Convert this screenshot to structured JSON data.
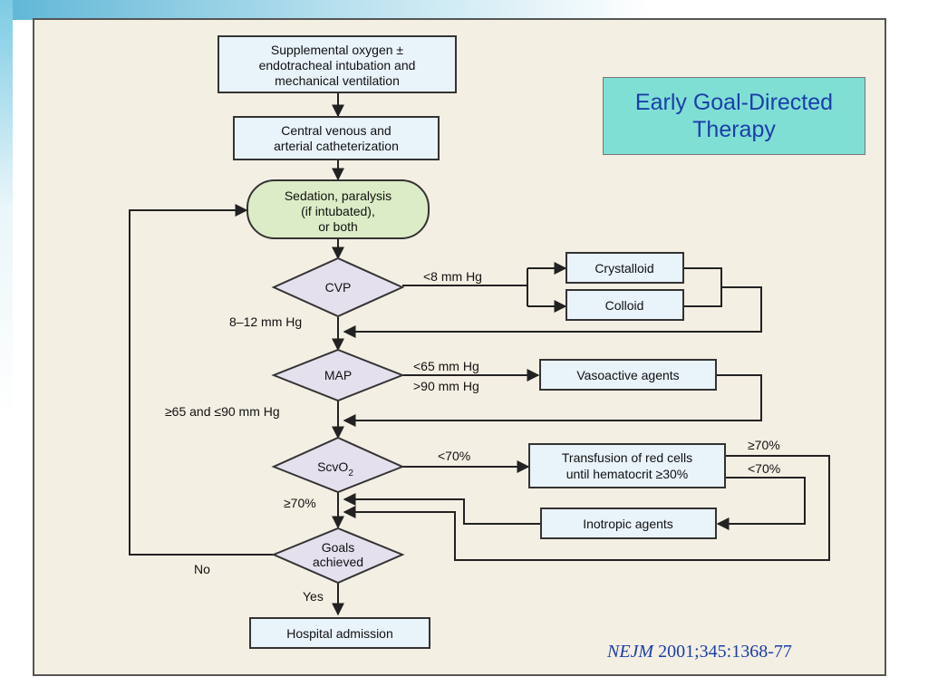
{
  "title": "Early Goal-Directed Therapy",
  "citation": {
    "journal": "NEJM",
    "ref": "2001;345:1368-77"
  },
  "nodes": {
    "oxygen": [
      "Supplemental oxygen ±",
      "endotracheal intubation and",
      "mechanical ventilation"
    ],
    "catheter": [
      "Central venous and",
      "arterial catheterization"
    ],
    "sedation": [
      "Sedation, paralysis",
      "(if intubated),",
      "or both"
    ],
    "cvp": "CVP",
    "crystalloid": "Crystalloid",
    "colloid": "Colloid",
    "map": "MAP",
    "vasoactive": "Vasoactive agents",
    "scvo2": "ScvO",
    "scvo2_sub": "2",
    "transfusion": [
      "Transfusion of red cells",
      "until hematocrit ≥30%"
    ],
    "inotropic": "Inotropic agents",
    "goals": [
      "Goals",
      "achieved"
    ],
    "hospital": "Hospital admission"
  },
  "labels": {
    "cvp_low": "<8 mm Hg",
    "cvp_ok": "8–12 mm Hg",
    "map_low": "<65 mm Hg",
    "map_high": ">90 mm Hg",
    "map_ok": "≥65 and ≤90 mm Hg",
    "scv_low": "<70%",
    "scv_ok": "≥70%",
    "trans_high": "≥70%",
    "trans_low": "<70%",
    "no": "No",
    "yes": "Yes"
  }
}
